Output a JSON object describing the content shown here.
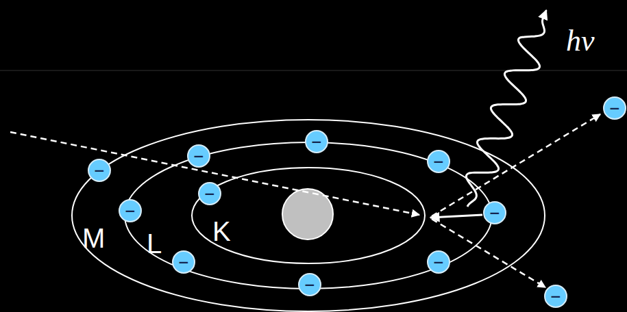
{
  "diagram": {
    "nodes": [
      {
        "text": [
          "−"
        ]
      },
      {
        "text": [
          "−"
        ]
      },
      {
        "text": [
          "−"
        ]
      },
      {
        "text": [
          "−"
        ]
      },
      {
        "text": [
          "−"
        ]
      },
      {
        "text": [
          "−"
        ]
      },
      {
        "text": [
          "−"
        ]
      },
      {
        "text": [
          "−"
        ]
      },
      {
        "text": [
          "−"
        ]
      },
      {
        "text": [
          "−"
        ]
      },
      {
        "text": [
          "−"
        ]
      },
      {
        "text": [
          "−"
        ]
      }
    ],
    "labels": [
      "M",
      "L",
      "K",
      "hν"
    ]
  }
}
